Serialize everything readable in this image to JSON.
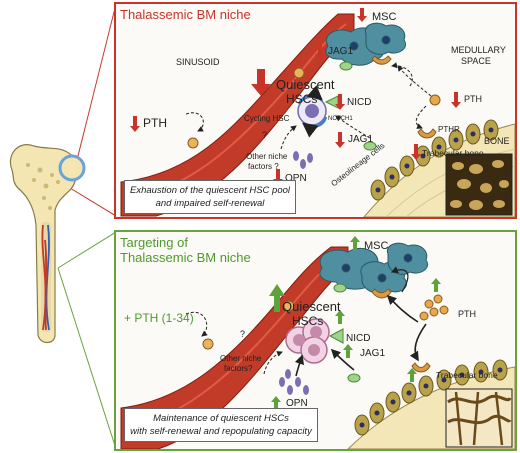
{
  "colors": {
    "red": "#c8332a",
    "green": "#5ea337",
    "blood": "#c23b28",
    "bone": "#f3e7b8"
  },
  "top": {
    "title": "Thalassemic BM niche",
    "msc": "MSC",
    "jag1_a": "JAG1",
    "medullary_1": "MEDULLARY",
    "medullary_2": "SPACE",
    "sinusoid": "SINUSOID",
    "quiescent_1": "Quiescent",
    "quiescent_2": "HSCs",
    "pth": "PTH",
    "cycling": "Cycling HSC",
    "notch": "NOTCH1",
    "nicd": "NICD",
    "pth_right": "PTH",
    "pthr": "PTHR",
    "jag1_b": "JAG1",
    "bone": "BONE",
    "trabecular": "Trabecular bone",
    "question": "?",
    "other_1": "Other niche",
    "other_2": "factors ?",
    "opn": "OPN",
    "osteo": "Osteolineage cells",
    "caption_1": "Exhaustion of the quiescent HSC pool",
    "caption_2": "and impaired self-renewal"
  },
  "bottom": {
    "title_1": "Targeting of",
    "title_2": "Thalassemic BM niche",
    "msc": "MSC",
    "quiescent_1": "Quiescent",
    "quiescent_2": "HSCs",
    "pth_treat": "+ PTH (1-34)",
    "nicd": "NICD",
    "pth_right": "PTH",
    "jag1": "JAG1",
    "question": "?",
    "other_1": "Other niche",
    "other_2": "factors?",
    "opn": "OPN",
    "trabecular": "Trabecular bone",
    "caption_1": "Maintenance of quiescent HSCs",
    "caption_2": "with self-renewal and repopulating capacity"
  }
}
